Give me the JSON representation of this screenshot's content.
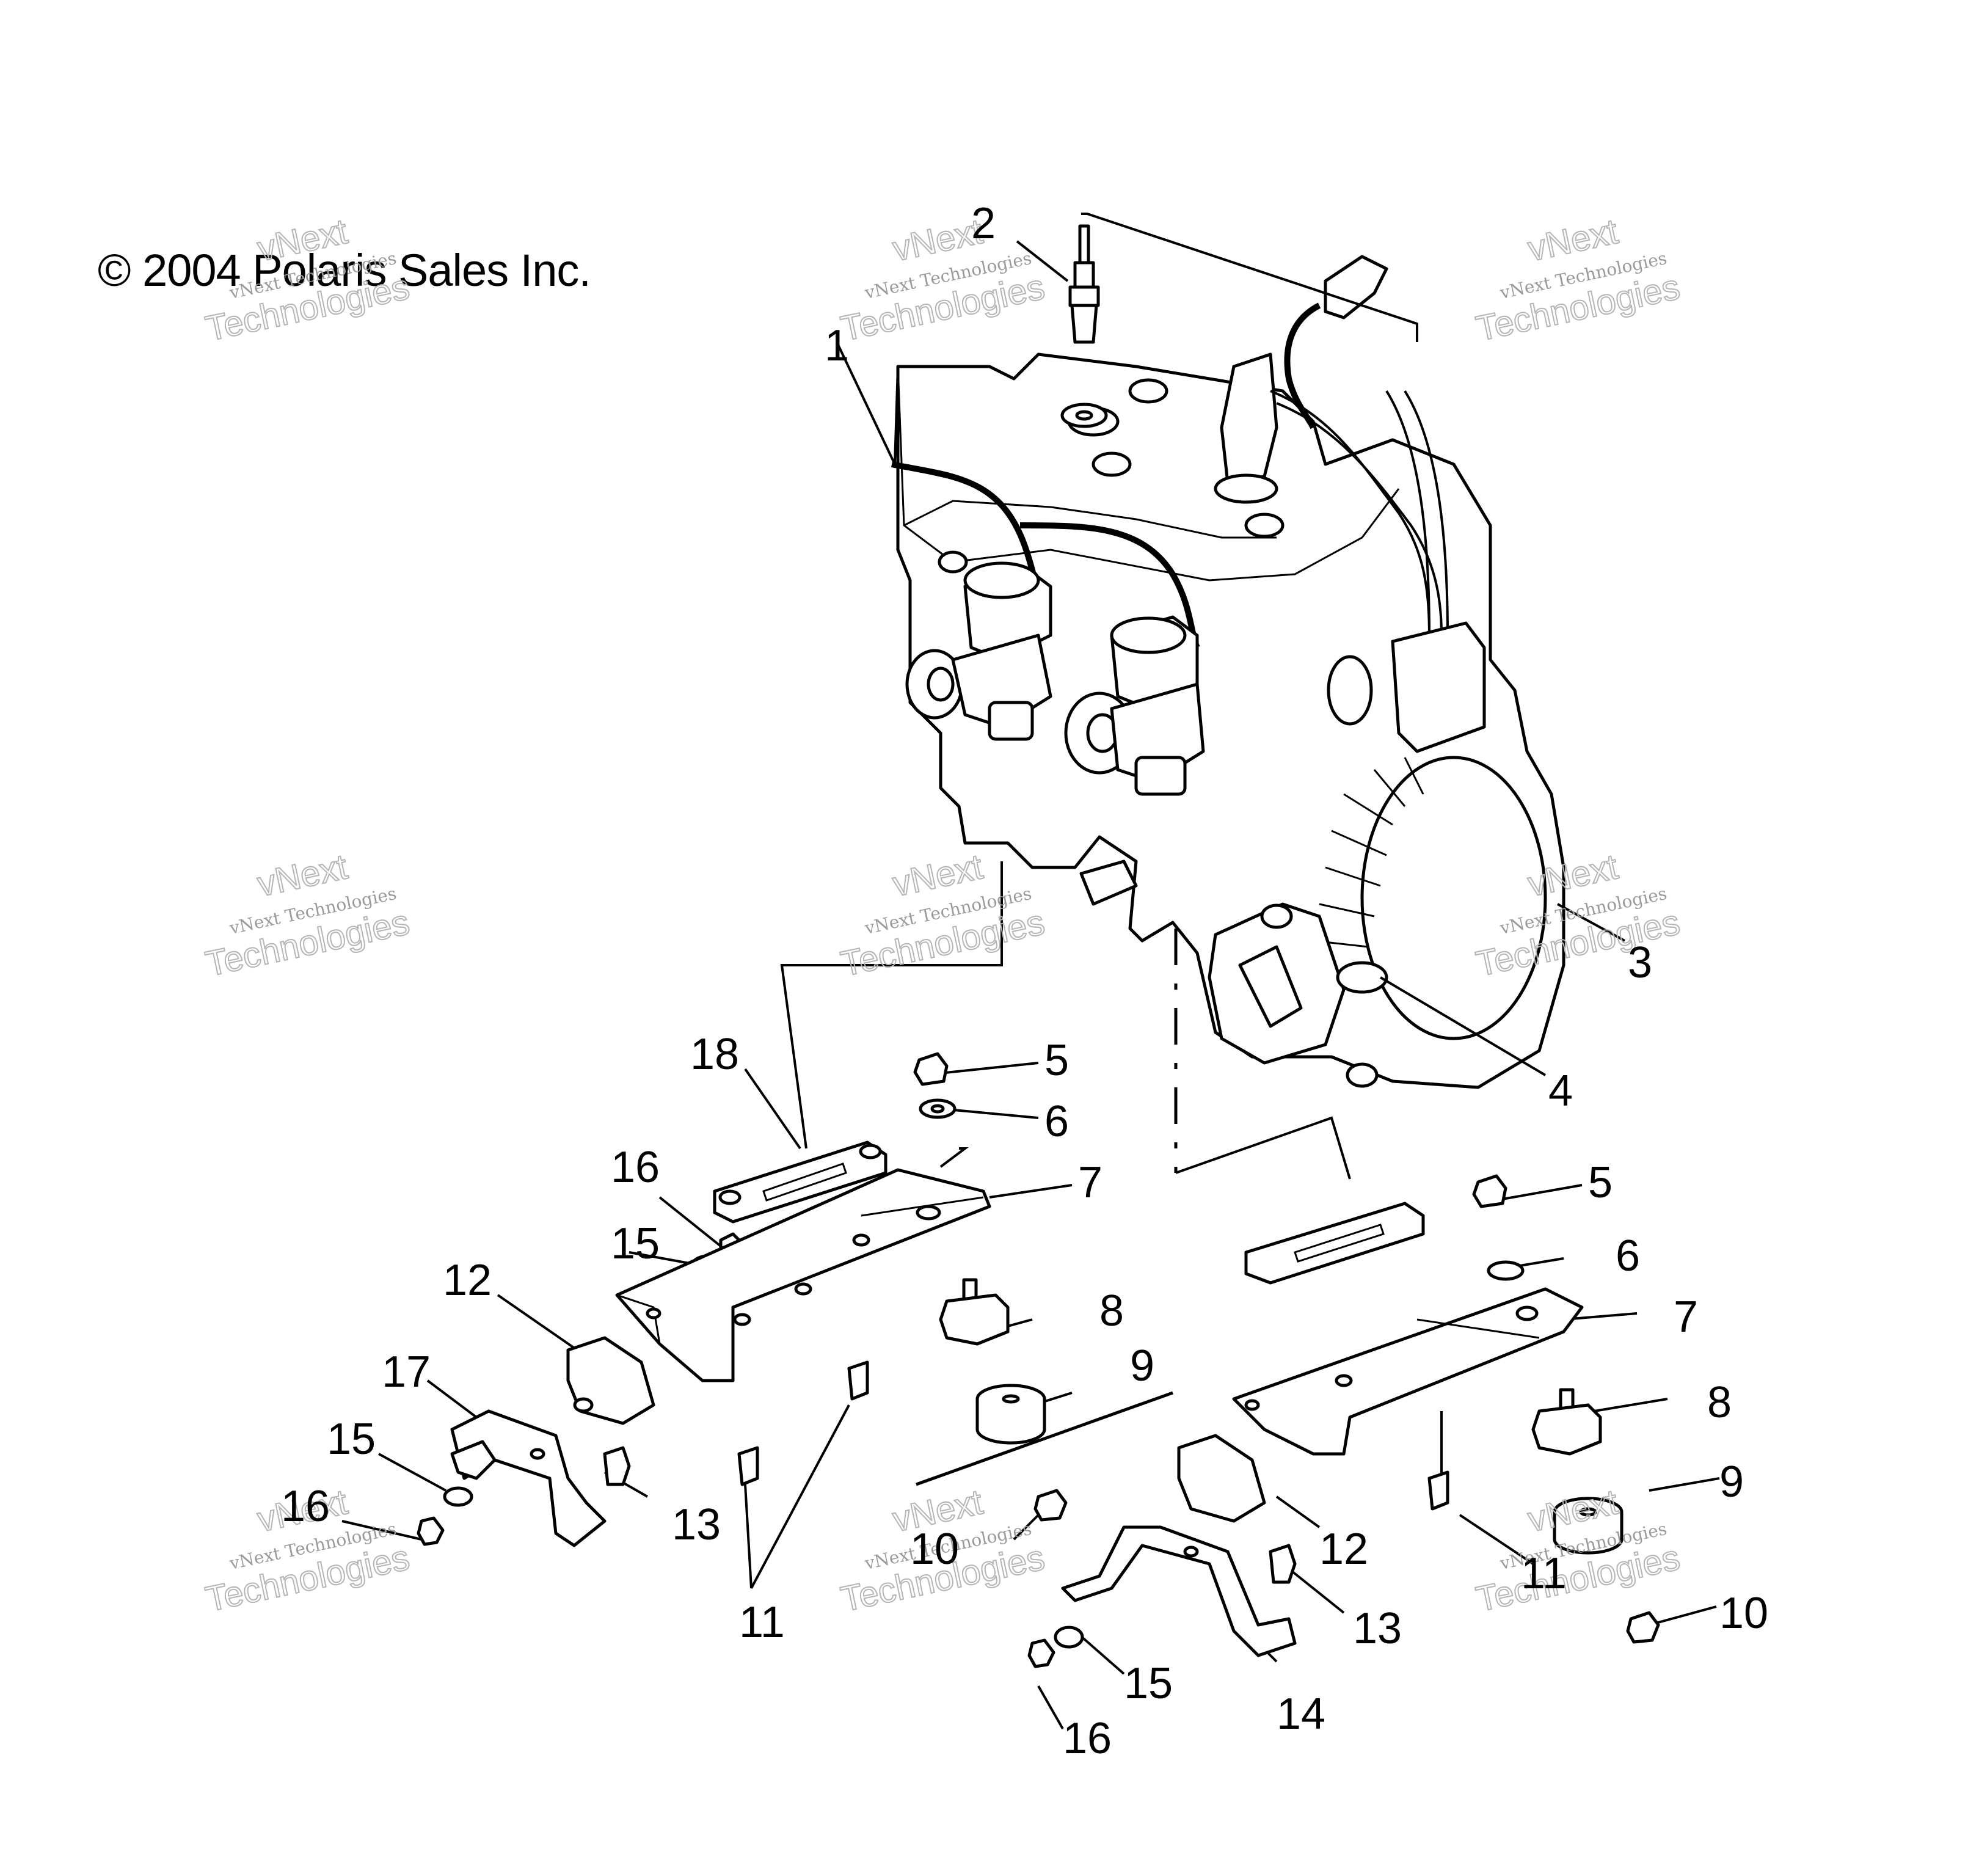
{
  "copyright": "© 2004 Polaris Sales Inc.",
  "watermark": {
    "line1": "vNext Technologies",
    "line2": "vNext",
    "line3": "Technologies"
  },
  "callouts": {
    "c1": "1",
    "c2": "2",
    "c3": "3",
    "c4": "4",
    "c5a": "5",
    "c5b": "5",
    "c6a": "6",
    "c6b": "6",
    "c7a": "7",
    "c7b": "7",
    "c8a": "8",
    "c8b": "8",
    "c9a": "9",
    "c9b": "9",
    "c10a": "10",
    "c10b": "10",
    "c11a": "11",
    "c11b": "11",
    "c12a": "12",
    "c12b": "12",
    "c13a": "13",
    "c13b": "13",
    "c14": "14",
    "c15a": "15",
    "c15b": "15",
    "c15c": "15",
    "c16a": "16",
    "c16b": "16",
    "c16c": "16",
    "c17": "17",
    "c18": "18"
  }
}
